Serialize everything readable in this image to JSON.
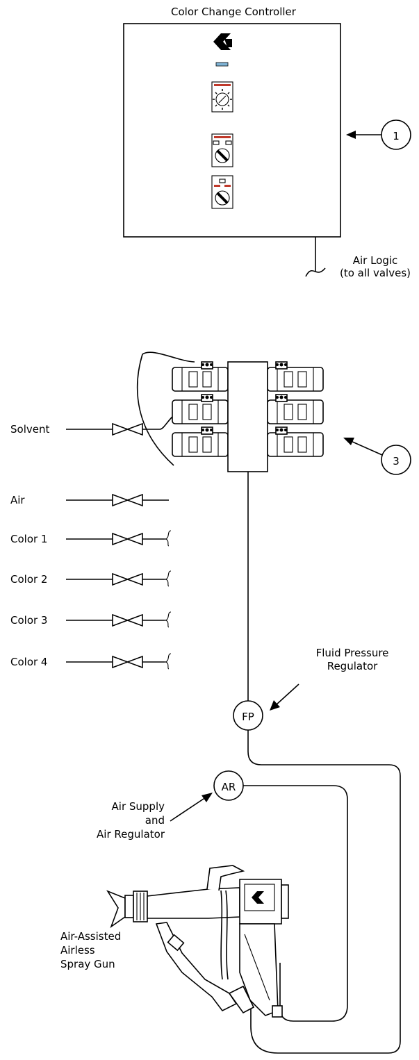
{
  "controller": {
    "title": "Color Change Controller",
    "callout": "1",
    "logo_bar_color": "#7fb3d5",
    "label_bar_color": "#c0392b"
  },
  "air_logic": {
    "line1": "Air Logic",
    "line2": "(to all valves)"
  },
  "manifold": {
    "callout": "3"
  },
  "inputs": [
    {
      "label": "Solvent"
    },
    {
      "label": "Air"
    },
    {
      "label": "Color 1"
    },
    {
      "label": "Color 2"
    },
    {
      "label": "Color 3"
    },
    {
      "label": "Color 4"
    }
  ],
  "fluid_regulator": {
    "symbol": "FP",
    "line1": "Fluid Pressure",
    "line2": "Regulator"
  },
  "air_regulator": {
    "symbol": "AR",
    "line1": "Air Supply",
    "line2": "and",
    "line3": "Air Regulator"
  },
  "spray_gun": {
    "line1": "Air-Assisted",
    "line2": "Airless",
    "line3": "Spray Gun"
  }
}
